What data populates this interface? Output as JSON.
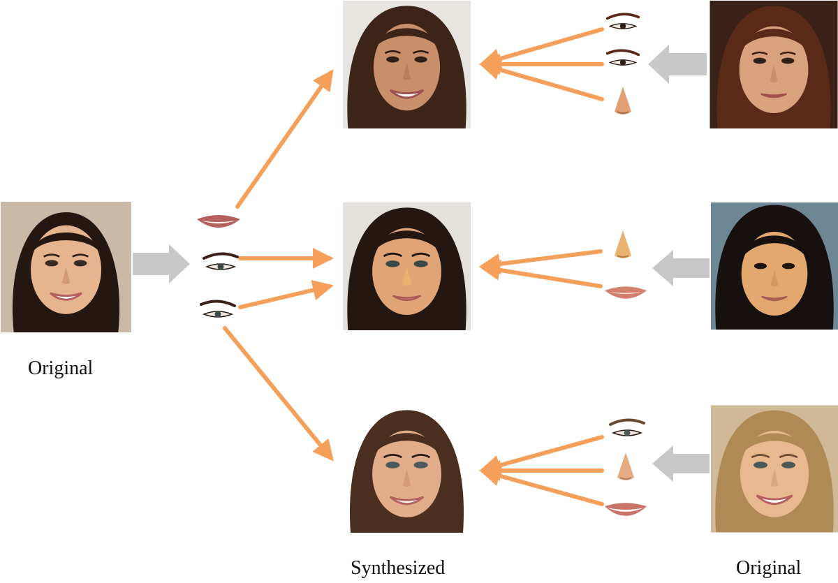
{
  "labels": {
    "original_left": "Original",
    "synthesized": "Synthesized",
    "original_right": "Original"
  },
  "colors": {
    "arrow_orange": "#f5a05a",
    "arrow_gray": "#c8c8c8",
    "skin_warm": "#d9a17d",
    "skin_light": "#e6b48f",
    "hair_dark": "#241712",
    "hair_brown": "#4a2e1f",
    "hair_blonde": "#b08a55",
    "lips": "#b5605e"
  },
  "photos": {
    "source_left": {
      "icon": "face-photo",
      "hair": "dark",
      "background": "#c9b9a6"
    },
    "synth_top": {
      "icon": "face-photo",
      "hair": "dark-brown",
      "background": "#e8e4e0"
    },
    "synth_mid": {
      "icon": "face-photo",
      "hair": "dark",
      "background": "#e4e0dc"
    },
    "synth_bottom": {
      "icon": "face-photo",
      "hair": "brown",
      "background": "#ffffff"
    },
    "donor_top": {
      "icon": "face-photo",
      "hair": "auburn",
      "background": "#3a2016"
    },
    "donor_mid": {
      "icon": "face-photo",
      "hair": "black",
      "background": "#6e8794"
    },
    "donor_bottom": {
      "icon": "face-photo",
      "hair": "blonde",
      "background": "#cfb997"
    }
  },
  "parts": {
    "left": [
      "mouth-icon",
      "left-eye-icon",
      "right-eye-icon"
    ],
    "top": [
      "right-eye-icon",
      "left-eye-icon",
      "nose-icon"
    ],
    "mid": [
      "nose-icon",
      "mouth-icon"
    ],
    "bottom": [
      "right-eye-icon",
      "nose-icon",
      "mouth-icon"
    ]
  }
}
